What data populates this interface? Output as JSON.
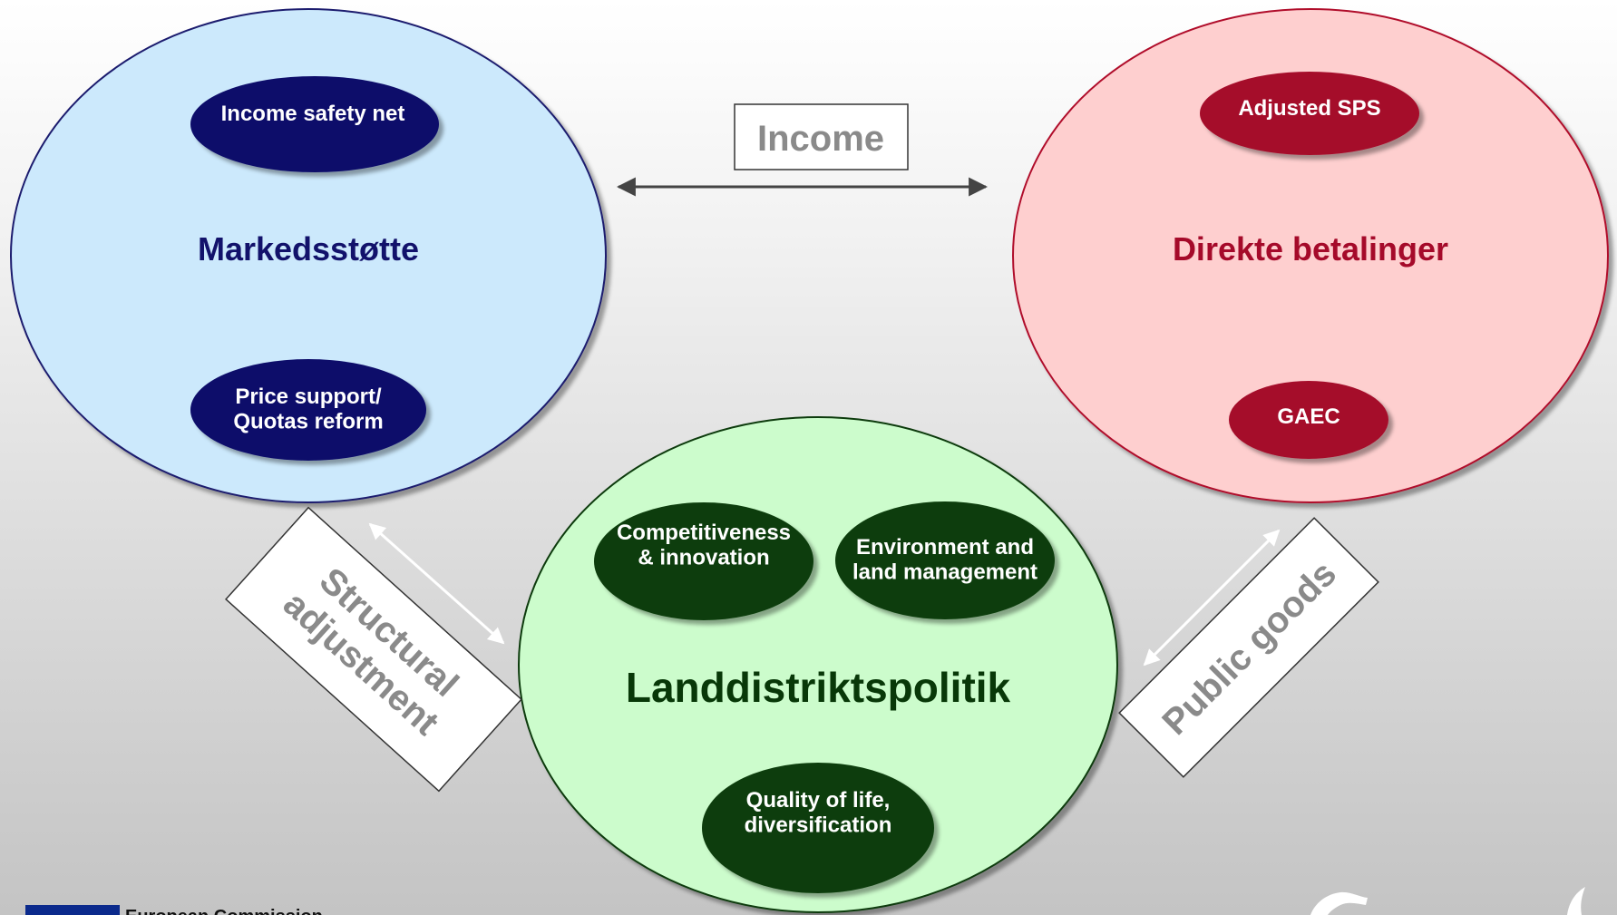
{
  "circles": {
    "market": {
      "title": "Markedsstøtte",
      "fill": "#cce9fc",
      "border": "#1a1a6e",
      "title_color": "#12126b",
      "items": [
        "Income safety net",
        "Price support/\nQuotas reform"
      ]
    },
    "direct": {
      "title": "Direkte betalinger",
      "fill": "#fecfcf",
      "border": "#b00b2b",
      "title_color": "#a50a2a",
      "items": [
        "Adjusted SPS",
        "GAEC"
      ]
    },
    "rural": {
      "title": "Landdistriktspolitik",
      "fill": "#ccfccc",
      "border": "#0b3b0b",
      "title_color": "#083808",
      "items": [
        "Competitiveness\n& innovation",
        "Environment and\nland management",
        "Quality of life,\ndiversification"
      ]
    }
  },
  "item_colors": {
    "market": "#0c0c6a",
    "direct": "#a50a2a",
    "rural": "#0b3d0b"
  },
  "links": {
    "income": "Income",
    "structural": "Structural\nadjustment",
    "public_goods": "Public goods"
  },
  "footer": {
    "org": "European Commission",
    "flag_color": "#0b2a8c",
    "flag_icon": "eu-flag-icon",
    "emblem_icon": "crane-emblem-icon"
  }
}
